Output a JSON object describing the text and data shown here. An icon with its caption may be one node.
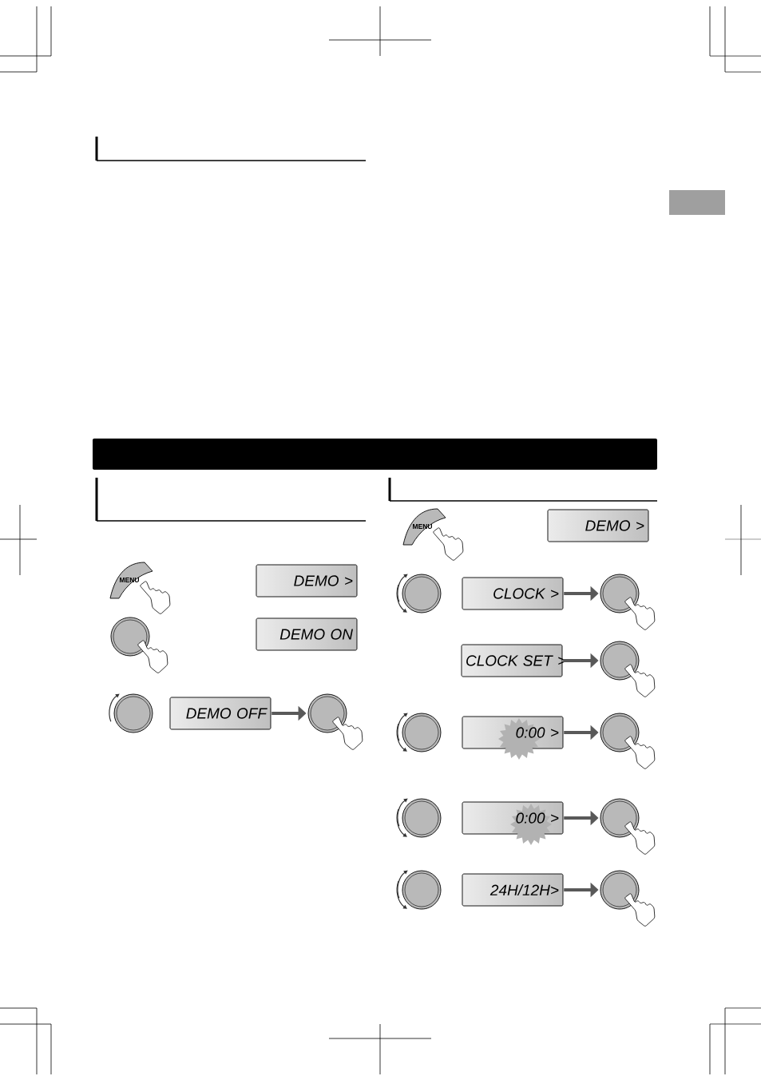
{
  "diagram": {
    "nodes": [
      {
        "text": [],
        "shape": "bar"
      },
      {
        "text": [
          "MENU"
        ]
      },
      {
        "text": [
          "DEMO >"
        ]
      },
      {
        "text": [
          "DEMO ON"
        ]
      },
      {
        "text": [
          "DEMO OFF"
        ]
      },
      {
        "text": [],
        "shape": "circle"
      },
      {
        "text": [
          "MENU"
        ]
      },
      {
        "text": [
          "DEMO >"
        ]
      },
      {
        "text": [
          "CLOCK >"
        ]
      },
      {
        "text": [],
        "shape": "circle"
      },
      {
        "text": [
          "CLOCK SET >"
        ]
      },
      {
        "text": [],
        "shape": "circle"
      },
      {
        "text": [
          "0:00 >"
        ]
      },
      {
        "text": [],
        "shape": "circle"
      },
      {
        "text": [
          "0:00 >"
        ]
      },
      {
        "text": [],
        "shape": "circle"
      },
      {
        "text": [
          "24H/12H>"
        ]
      },
      {
        "text": [],
        "shape": "circle"
      }
    ],
    "edges": [
      {
        "from": 4,
        "to": 5,
        "arrow": "to"
      },
      {
        "from": 8,
        "to": 9,
        "arrow": "to"
      },
      {
        "from": 10,
        "to": 11,
        "arrow": "to"
      },
      {
        "from": 12,
        "to": 13,
        "arrow": "to"
      },
      {
        "from": 14,
        "to": 15,
        "arrow": "to"
      },
      {
        "from": 16,
        "to": 17,
        "arrow": "to"
      }
    ]
  }
}
